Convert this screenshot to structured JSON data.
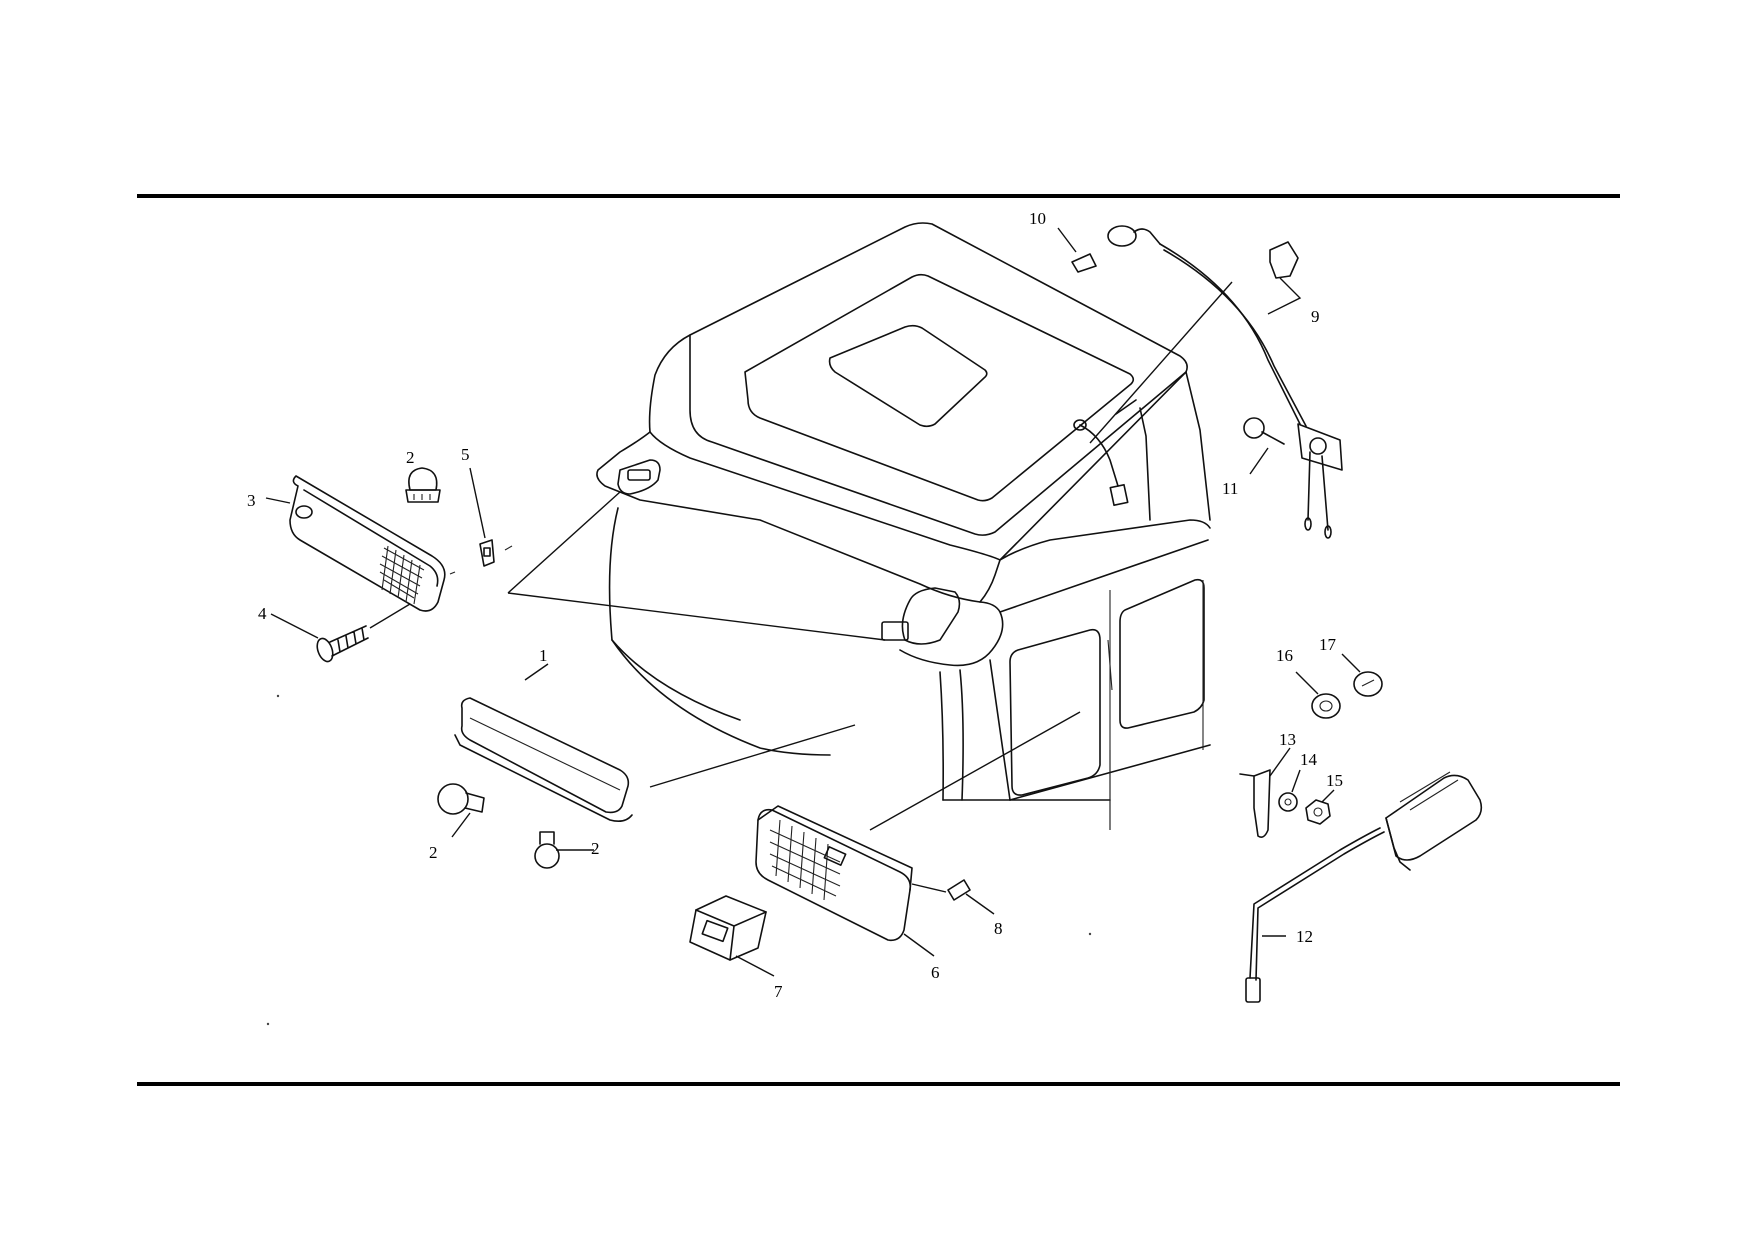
{
  "callouts": [
    {
      "id": "c1",
      "label": "1"
    },
    {
      "id": "c2a",
      "label": "2"
    },
    {
      "id": "c2b",
      "label": "2"
    },
    {
      "id": "c2c",
      "label": "2"
    },
    {
      "id": "c3",
      "label": "3"
    },
    {
      "id": "c4",
      "label": "4"
    },
    {
      "id": "c5",
      "label": "5"
    },
    {
      "id": "c6",
      "label": "6"
    },
    {
      "id": "c7",
      "label": "7"
    },
    {
      "id": "c8",
      "label": "8"
    },
    {
      "id": "c9",
      "label": "9"
    },
    {
      "id": "c10",
      "label": "10"
    },
    {
      "id": "c11",
      "label": "11"
    },
    {
      "id": "c12",
      "label": "12"
    },
    {
      "id": "c13",
      "label": "13"
    },
    {
      "id": "c14",
      "label": "14"
    },
    {
      "id": "c15",
      "label": "15"
    },
    {
      "id": "c16",
      "label": "16"
    },
    {
      "id": "c17",
      "label": "17"
    }
  ]
}
